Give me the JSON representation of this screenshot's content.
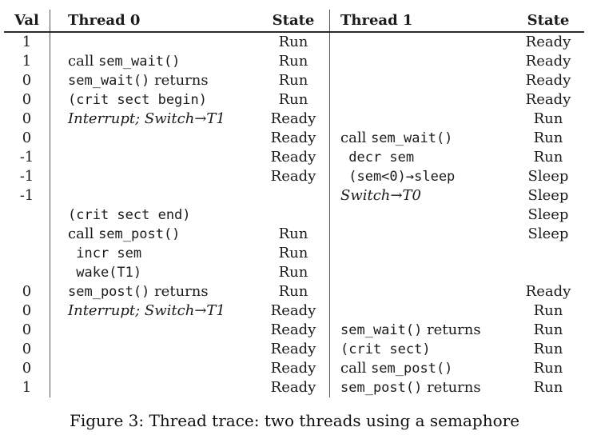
{
  "caption": "Figure 3: Thread trace: two threads using a semaphore",
  "table": {
    "headers": {
      "val": "Val",
      "thread0": "Thread 0",
      "state0": "State",
      "thread1": "Thread 1",
      "state1": "State"
    },
    "rows": [
      {
        "val": "1",
        "t0": [],
        "s0": "Run",
        "t1": [],
        "s1": "Ready"
      },
      {
        "val": "1",
        "t0": [
          [
            "rm",
            "call "
          ],
          [
            "tt",
            "sem_wait()"
          ]
        ],
        "s0": "Run",
        "t1": [],
        "s1": "Ready"
      },
      {
        "val": "0",
        "t0": [
          [
            "tt",
            "sem_wait()"
          ],
          [
            "rm",
            " returns"
          ]
        ],
        "s0": "Run",
        "t1": [],
        "s1": "Ready"
      },
      {
        "val": "0",
        "t0": [
          [
            "tt",
            "(crit sect begin)"
          ]
        ],
        "s0": "Run",
        "t1": [],
        "s1": "Ready"
      },
      {
        "val": "0",
        "t0": [
          [
            "it",
            "Interrupt; Switch→T1"
          ]
        ],
        "s0": "Ready",
        "t1": [],
        "s1": "Run"
      },
      {
        "val": "0",
        "t0": [],
        "s0": "Ready",
        "t1": [
          [
            "rm",
            "call "
          ],
          [
            "tt",
            "sem_wait()"
          ]
        ],
        "s1": "Run"
      },
      {
        "val": "-1",
        "t0": [],
        "s0": "Ready",
        "t1": [
          [
            "tt",
            " decr sem"
          ]
        ],
        "s1": "Run"
      },
      {
        "val": "-1",
        "t0": [],
        "s0": "Ready",
        "t1": [
          [
            "tt",
            " (sem<0)→sleep"
          ]
        ],
        "s1": "Sleep"
      },
      {
        "val": "-1",
        "t0": [],
        "s0": "",
        "t1": [
          [
            "it",
            "Switch→T0"
          ]
        ],
        "s1": "Sleep"
      },
      {
        "val": "",
        "t0": [
          [
            "tt",
            "(crit sect end)"
          ]
        ],
        "s0": "",
        "t1": [],
        "s1": "Sleep"
      },
      {
        "val": "",
        "t0": [
          [
            "rm",
            "call "
          ],
          [
            "tt",
            "sem_post()"
          ]
        ],
        "s0": "Run",
        "t1": [],
        "s1": "Sleep"
      },
      {
        "val": "",
        "t0": [
          [
            "tt",
            " incr sem"
          ]
        ],
        "s0": "Run",
        "t1": [],
        "s1": ""
      },
      {
        "val": "",
        "t0": [
          [
            "tt",
            " wake(T1)"
          ]
        ],
        "s0": "Run",
        "t1": [],
        "s1": ""
      },
      {
        "val": "0",
        "t0": [
          [
            "tt",
            "sem_post()"
          ],
          [
            "rm",
            " returns"
          ]
        ],
        "s0": "Run",
        "t1": [],
        "s1": "Ready"
      },
      {
        "val": "0",
        "t0": [
          [
            "it",
            "Interrupt; Switch→T1"
          ]
        ],
        "s0": "Ready",
        "t1": [],
        "s1": "Run"
      },
      {
        "val": "0",
        "t0": [],
        "s0": "Ready",
        "t1": [
          [
            "tt",
            "sem_wait()"
          ],
          [
            "rm",
            " returns"
          ]
        ],
        "s1": "Run"
      },
      {
        "val": "0",
        "t0": [],
        "s0": "Ready",
        "t1": [
          [
            "tt",
            "(crit sect)"
          ]
        ],
        "s1": "Run"
      },
      {
        "val": "0",
        "t0": [],
        "s0": "Ready",
        "t1": [
          [
            "rm",
            "call "
          ],
          [
            "tt",
            "sem_post()"
          ]
        ],
        "s1": "Run"
      },
      {
        "val": "1",
        "t0": [],
        "s0": "Ready",
        "t1": [
          [
            "tt",
            "sem_post()"
          ],
          [
            "rm",
            " returns"
          ]
        ],
        "s1": "Run"
      }
    ]
  }
}
